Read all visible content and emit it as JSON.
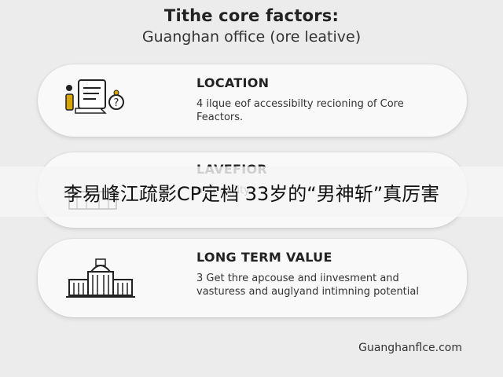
{
  "title": "Tithe core factors:",
  "subtitle": "Guanghan office (ore leative)",
  "cards": [
    {
      "heading": "LOCATION",
      "text": "4 ilque eof accessibilty recioning of Core Feactors.",
      "icon": "document-chat-icon"
    },
    {
      "heading": "LAVEFIOR",
      "text": "angrosility",
      "icon": "building-icon"
    },
    {
      "heading": "LONG TERM VALUE",
      "text": "3 Get thre apcouse and iinvesment and vasturess and auglyand intimning potential",
      "icon": "capitol-building-icon"
    }
  ],
  "footer": "Guanghanflce.com",
  "banner": "李易峰江疏影CP定档 33岁的“男神斩”真厉害",
  "colors": {
    "background": "#ececec",
    "card": "#f9f9f9",
    "text": "#222222",
    "icon_accent": "#d8a400"
  }
}
